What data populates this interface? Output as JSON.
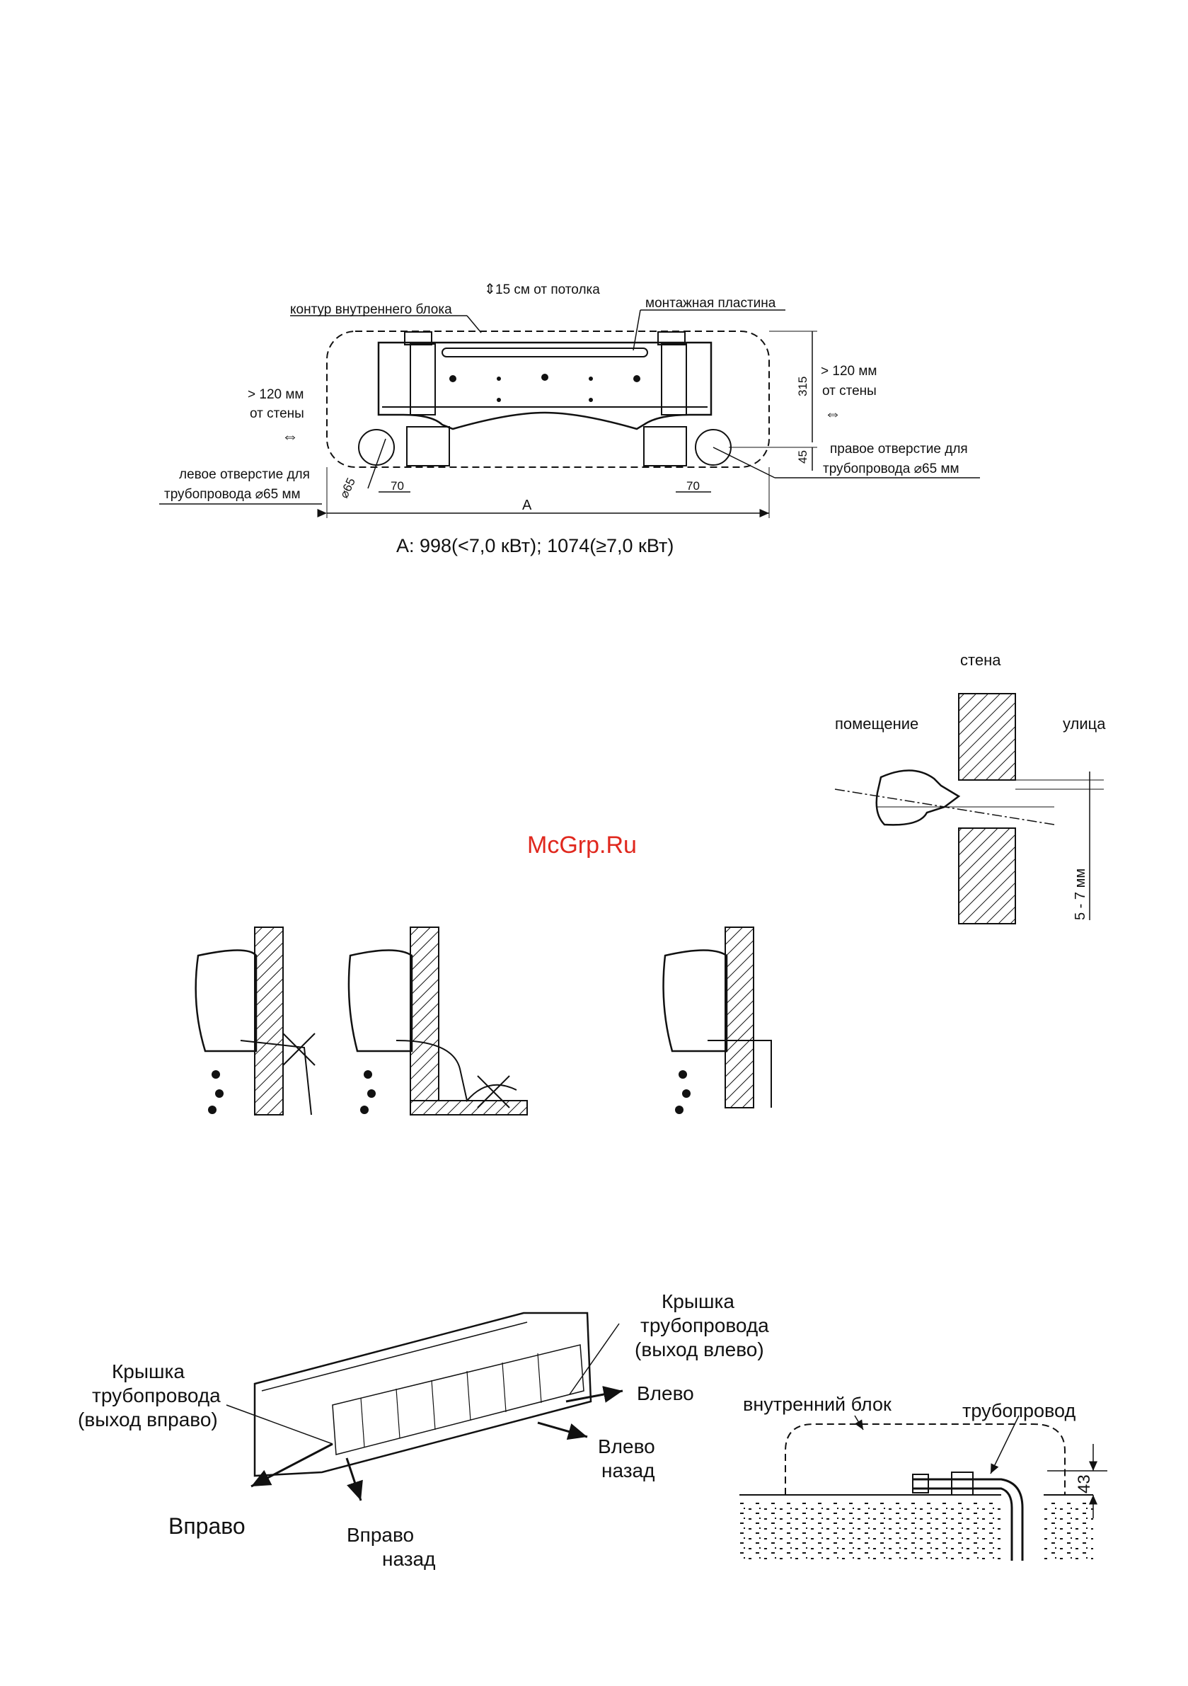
{
  "mounting_plate": {
    "ceiling_note": "15 см от потолка",
    "unit_outline_label": "контур внутреннего блока",
    "plate_label": "монтажная пластина",
    "left_clearance_1": "> 120 мм",
    "left_clearance_2": "от стены",
    "right_clearance_1": "> 120 мм",
    "right_clearance_2": "от стены",
    "left_hole_1": "левое отверстие для",
    "left_hole_2": "трубопровода ⌀65 мм",
    "right_hole_1": "правое отверстие для",
    "right_hole_2": "трубопровода ⌀65 мм",
    "dim_height": "315",
    "dim_hole": "45",
    "dim_left": "70",
    "dim_right": "70",
    "dim_diameter": "⌀65",
    "dim_width": "A",
    "caption": "A: 998(<7,0 кВт); 1074(≥7,0 кВт)"
  },
  "wall_hole": {
    "wall": "стена",
    "room": "помещение",
    "street": "улица",
    "slope": "5 - 7 мм"
  },
  "watermark": "McGrp.Ru",
  "piping": {
    "cover_left_1": "Крышка",
    "cover_left_2": "трубопровода",
    "cover_left_3": "(выход влево)",
    "cover_right_1": "Крышка",
    "cover_right_2": "трубопровода",
    "cover_right_3": "(выход вправо)",
    "left": "Влево",
    "left_back_1": "Влево",
    "left_back_2": "назад",
    "right": "Вправо",
    "right_back_1": "Вправо",
    "right_back_2": "назад"
  },
  "pipe_height": {
    "indoor_unit": "внутренний блок",
    "pipeline": "трубопровод",
    "dim": "43"
  }
}
